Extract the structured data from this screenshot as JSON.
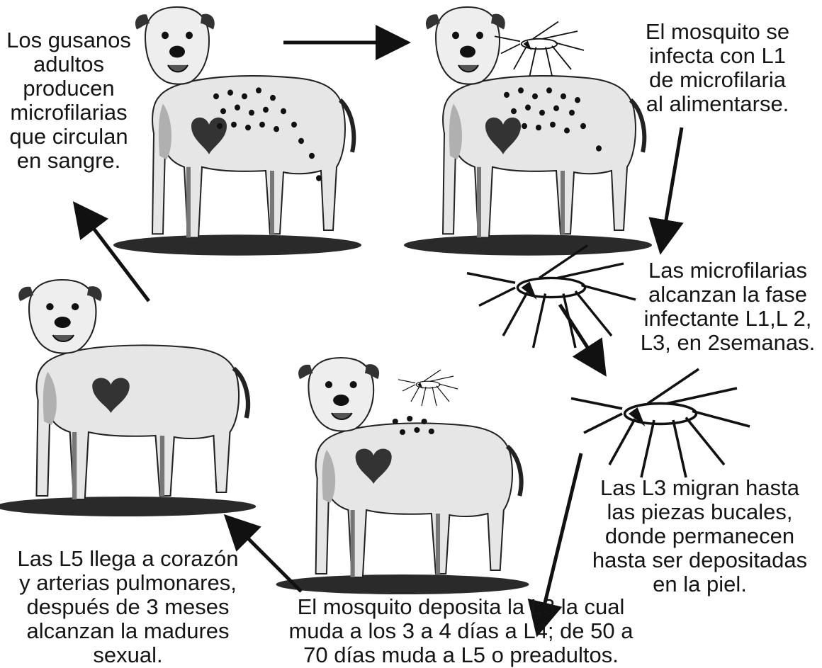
{
  "captions": {
    "adult_worms": [
      "Los gusanos",
      "adultos",
      "producen",
      "microfilarias",
      "que circulan",
      "en sangre."
    ],
    "mosquito_infected": [
      "El mosquito se",
      "infecta con L1",
      "de microfilaria",
      "al alimentarse."
    ],
    "microfilariae_stage": [
      "Las microfilarias",
      "alcanzan la fase",
      "infectante L1,L 2,",
      "L3, en 2semanas."
    ],
    "l3_migrate": [
      "Las L3  migran hasta",
      "las piezas bucales,",
      "donde permanecen",
      "hasta ser depositadas",
      "en la piel."
    ],
    "l5_heart": [
      "Las L5  llega a corazón",
      "y arterias pulmonares,",
      "después de 3 meses",
      "alcanzan la madures",
      "sexual."
    ],
    "mosquito_deposits": [
      "El mosquito deposita la L3  la cual",
      "muda a los 3 a 4 días a L4;   de  50 a",
      "70 días muda a L5  o preadultos."
    ]
  },
  "icons": [
    "dog-icon",
    "mosquito-icon",
    "heart-icon",
    "arrow-icon"
  ],
  "colors": {
    "ink": "#151515",
    "fur": "#e2e2e2",
    "shade": "#8a8a8a",
    "heart": "#333333"
  }
}
